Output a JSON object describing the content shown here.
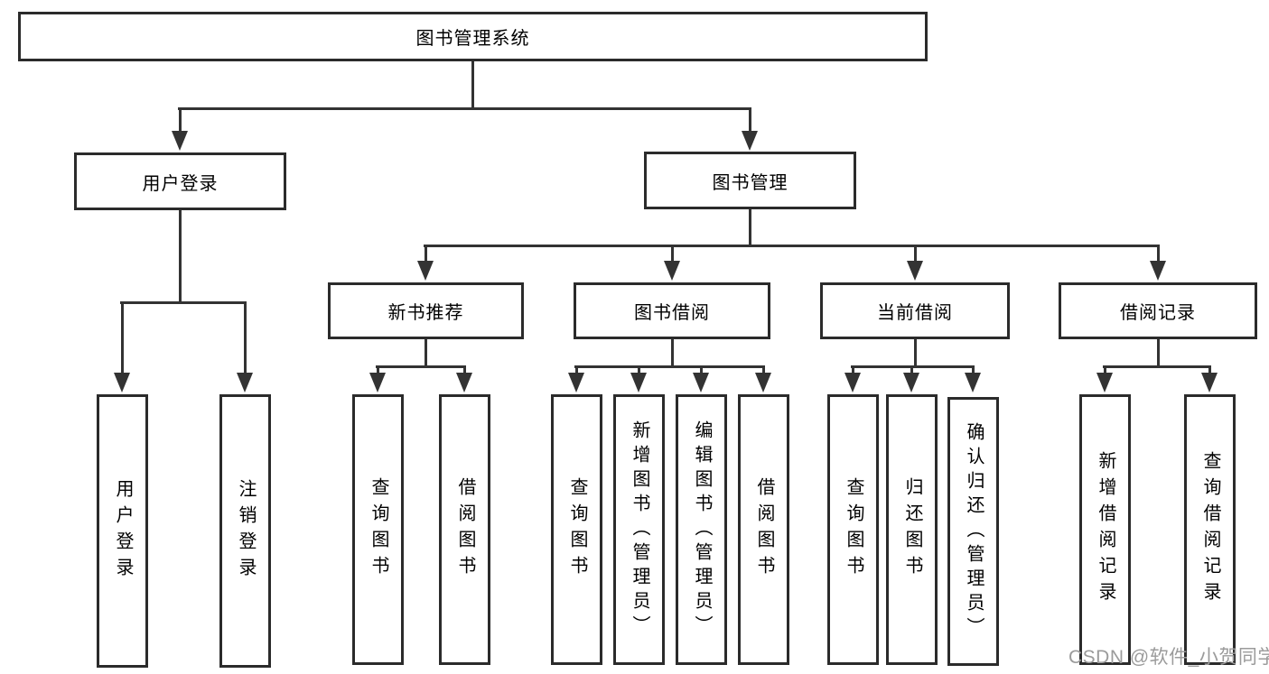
{
  "tree": {
    "root": {
      "label": "图书管理系统"
    },
    "branches": [
      {
        "label": "用户登录",
        "children": [
          {
            "label": "用户登录"
          },
          {
            "label": "注销登录"
          }
        ]
      },
      {
        "label": "图书管理",
        "children": [
          {
            "label": "新书推荐",
            "children": [
              {
                "label": "查询图书"
              },
              {
                "label": "借阅图书"
              }
            ]
          },
          {
            "label": "图书借阅",
            "children": [
              {
                "label": "查询图书"
              },
              {
                "label": "新增图书（管理员）"
              },
              {
                "label": "编辑图书（管理员）"
              },
              {
                "label": "借阅图书"
              }
            ]
          },
          {
            "label": "当前借阅",
            "children": [
              {
                "label": "查询图书"
              },
              {
                "label": "归还图书"
              },
              {
                "label": "确认归还（管理员）"
              }
            ]
          },
          {
            "label": "借阅记录",
            "children": [
              {
                "label": "新增借阅记录"
              },
              {
                "label": "查询借阅记录"
              }
            ]
          }
        ]
      }
    ]
  },
  "watermark": {
    "text": "CSDN @软件_小贺同学",
    "color": "#9b9b9b"
  },
  "colors": {
    "line": "#333333",
    "border": "#2b2b2b",
    "text": "#000000",
    "background": "#ffffff"
  }
}
